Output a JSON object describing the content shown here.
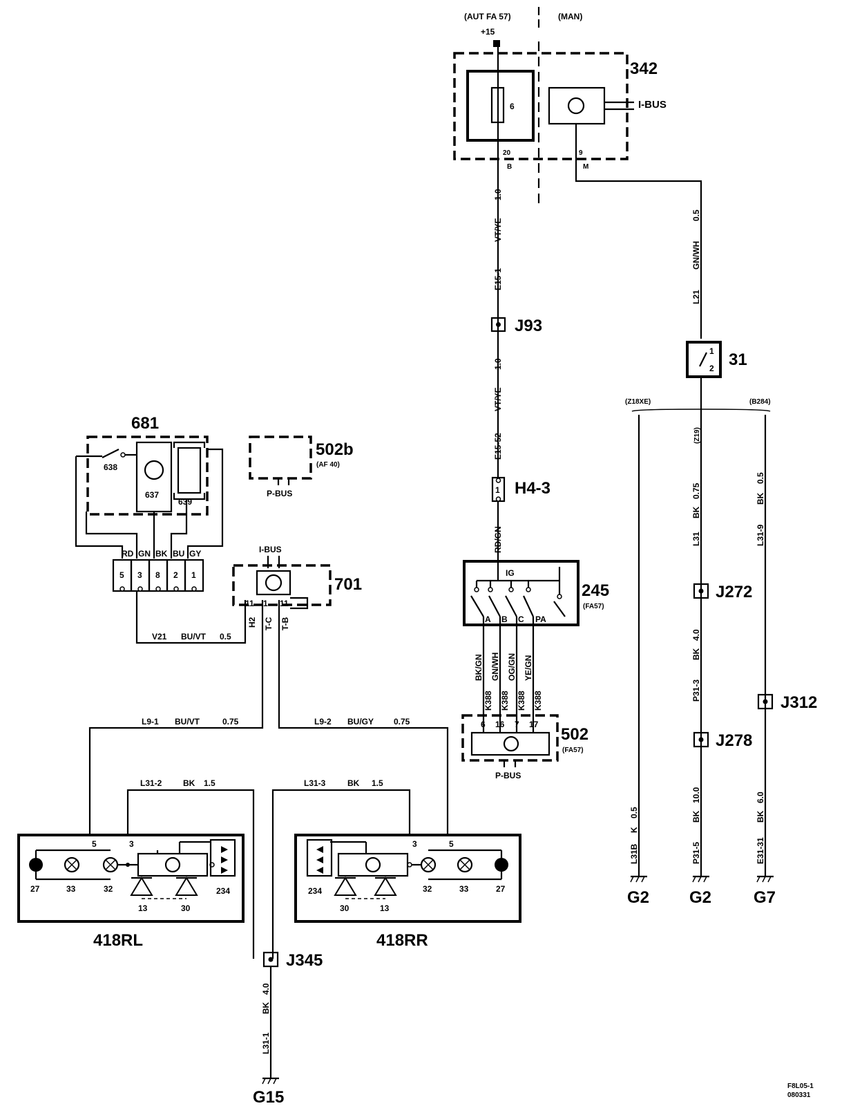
{
  "top": {
    "autfa": "(AUT FA 57)",
    "man": "(MAN)",
    "supply": "+15"
  },
  "components": {
    "c342": {
      "id": "342",
      "fuse": "6",
      "ibus": "I-BUS",
      "pin_left": "20",
      "pin_left_letter": "B",
      "pin_right": "9",
      "pin_right_letter": "M"
    },
    "c31": {
      "id": "31",
      "pin1": "1",
      "pin2": "2"
    },
    "c681": {
      "id": "681",
      "switch": "638",
      "motor": "637",
      "heater": "639",
      "pins": [
        "5",
        "3",
        "8",
        "2",
        "1"
      ],
      "colors": [
        "RD",
        "GN",
        "BK",
        "BU",
        "GY"
      ]
    },
    "c502b": {
      "id": "502b",
      "sub": "(AF 40)",
      "bus": "P-BUS"
    },
    "c701": {
      "id": "701",
      "bus": "I-BUS",
      "pin_a": "11",
      "pin_b": "1",
      "pin_c": "11",
      "lbl_a": "H2",
      "lbl_b": "T-C",
      "lbl_c": "T-B"
    },
    "c245": {
      "id": "245",
      "sub": "(FA57)",
      "ig": "IG",
      "positions": [
        "A",
        "B",
        "C",
        "PA"
      ]
    },
    "c502": {
      "id": "502",
      "sub": "(FA57)",
      "bus": "P-BUS",
      "pins": [
        "6",
        "16",
        "7",
        "17"
      ]
    },
    "h43": {
      "id": "H4-3",
      "pin": "1"
    },
    "lamp_rl": {
      "id": "418RL",
      "pin5": "5",
      "pin3": "3",
      "nums": [
        "27",
        "33",
        "32",
        "13",
        "30",
        "234"
      ]
    },
    "lamp_rr": {
      "id": "418RR",
      "pin3": "3",
      "pin5": "5",
      "nums": [
        "234",
        "32",
        "33",
        "27",
        "30",
        "13"
      ]
    }
  },
  "joints": {
    "j93": "J93",
    "j272": "J272",
    "j312": "J312",
    "j278": "J278",
    "j345": "J345"
  },
  "grounds": {
    "g2a": "G2",
    "g2b": "G2",
    "g7": "G7",
    "g15": "G15"
  },
  "variants": {
    "z18xe": "(Z18XE)",
    "b284": "(B284)",
    "z19": "(Z19)"
  },
  "wires": {
    "e15_1": [
      "E15-1",
      "VT/YE",
      "1.0"
    ],
    "e15_52": [
      "E15-52",
      "VT/YE",
      "1.0"
    ],
    "l21": [
      "L21",
      "GN/WH",
      "0.5"
    ],
    "rdgn": "RD/GN",
    "v21": [
      "V21",
      "BU/VT",
      "0.5"
    ],
    "l9_1": [
      "L9-1",
      "BU/VT",
      "0.75"
    ],
    "l9_2": [
      "L9-2",
      "BU/GY",
      "0.75"
    ],
    "l31_2": [
      "L31-2",
      "BK",
      "1.5"
    ],
    "l31_3": [
      "L31-3",
      "BK",
      "1.5"
    ],
    "l31_1": [
      "L31-1",
      "BK",
      "4.0"
    ],
    "l31_mid": [
      "L31",
      "BK",
      "0.75"
    ],
    "l31_9": [
      "L31-9",
      "BK",
      "0.5"
    ],
    "p31_3": [
      "P31-3",
      "BK",
      "4.0"
    ],
    "p31_5": [
      "P31-5",
      "BK",
      "10.0"
    ],
    "l31b": [
      "L31B",
      "K",
      "0.5"
    ],
    "e31_31": [
      "E31-31",
      "BK",
      "6.0"
    ],
    "k388": "K388",
    "k388_colors": [
      "BK/GN",
      "GN/WH",
      "OG/GN",
      "YE/GN"
    ]
  },
  "footer": {
    "code": "F8L05-1",
    "date": "080331"
  }
}
